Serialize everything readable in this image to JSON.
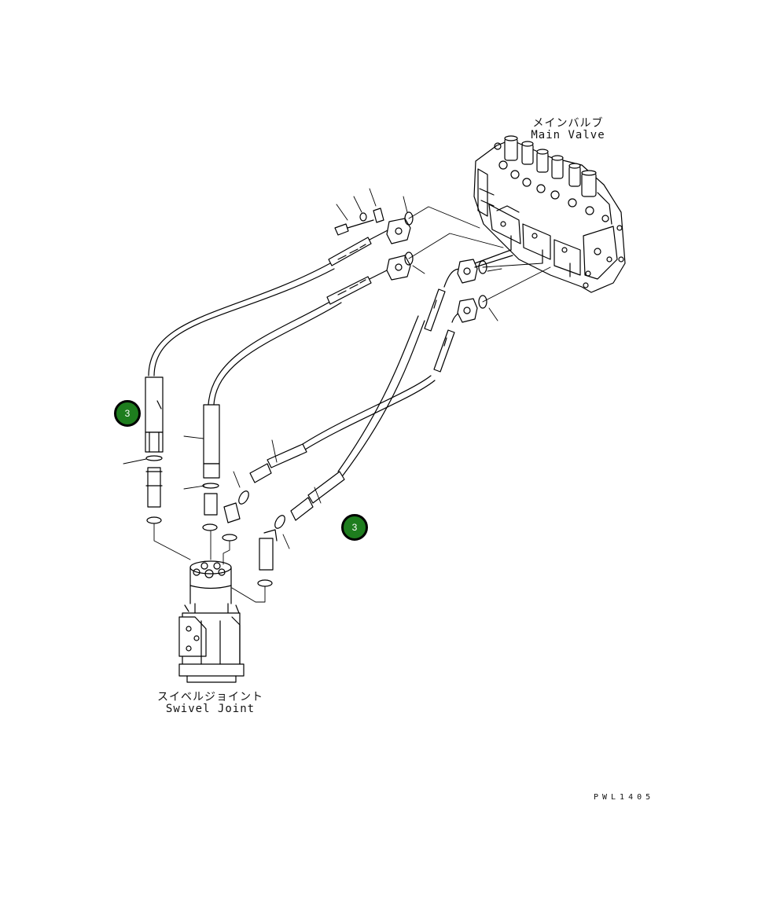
{
  "labels": {
    "main_valve_ja": "メインバルブ",
    "main_valve_en": "Main Valve",
    "swivel_joint_ja": "スイベルジョイント",
    "swivel_joint_en": "Swivel Joint"
  },
  "drawing_code": "PWL1405",
  "callouts": [
    {
      "label": "3"
    },
    {
      "label": "3"
    }
  ],
  "colors": {
    "line": "#000000",
    "callout_fill": "#1e7d1e",
    "background": "#ffffff"
  }
}
